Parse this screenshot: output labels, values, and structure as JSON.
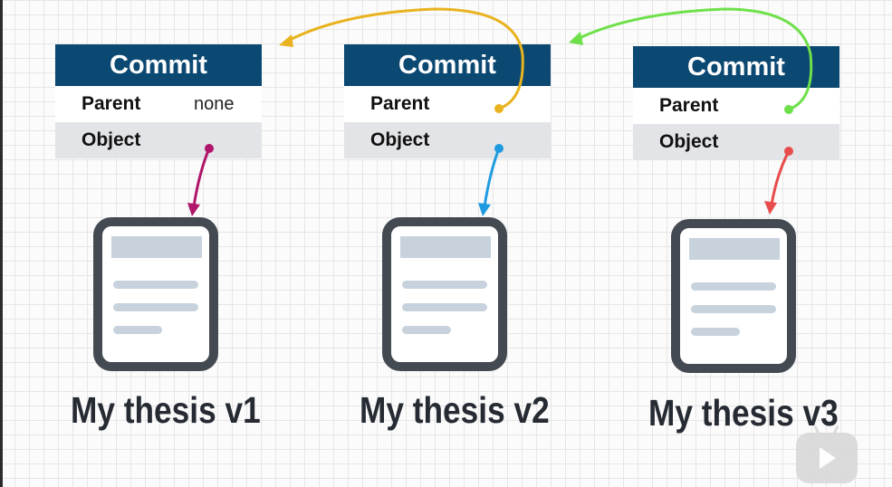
{
  "commits": [
    {
      "title": "Commit",
      "parent_label": "Parent",
      "parent_value": "none",
      "object_label": "Object"
    },
    {
      "title": "Commit",
      "parent_label": "Parent",
      "parent_value": "",
      "object_label": "Object"
    },
    {
      "title": "Commit",
      "parent_label": "Parent",
      "parent_value": "",
      "object_label": "Object"
    }
  ],
  "documents": [
    {
      "caption": "My thesis v1"
    },
    {
      "caption": "My thesis v2"
    },
    {
      "caption": "My thesis v3"
    }
  ],
  "colors": {
    "header": "#0b4872",
    "object_arrow_1": "#b0176a",
    "object_arrow_2": "#1e9be0",
    "object_arrow_3": "#e84c4c",
    "parent_arrow_2": "#e8b31e",
    "parent_arrow_3": "#6ee04a"
  },
  "icons": {
    "video_play": "play-icon"
  }
}
